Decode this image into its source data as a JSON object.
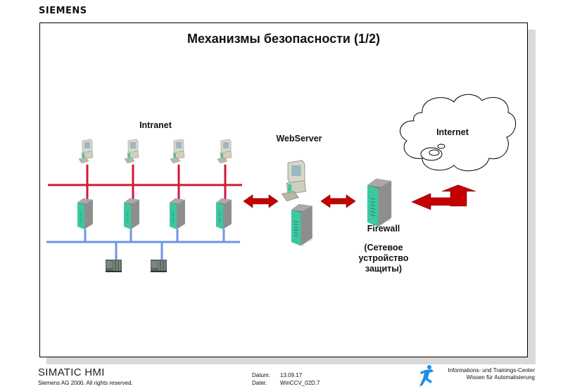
{
  "brand": {
    "logo_text": "SIEMENS"
  },
  "slide": {
    "title": "Механизмы безопасности (1/2)",
    "labels": {
      "intranet": "Intranet",
      "webserver": "WebServer",
      "internet": "Internet",
      "firewall": "Firewall",
      "firewall_desc": [
        "(Сетевое",
        "устройство",
        "защиты)"
      ]
    },
    "nodes": {
      "intranet_workstations": 4,
      "intranet_servers": 4,
      "plc_devices": 2
    },
    "colors": {
      "intranet_bus": "#d0183a",
      "plant_bus": "#6c96e6",
      "arrow": "#c40000",
      "server_front": "#3cc8a0",
      "server_body": "#8a8a8a"
    }
  },
  "footer": {
    "product": "SIMATIC HMI",
    "copyright": "Siemens AG 2000. All rights reserved.",
    "date_label": "Datum:",
    "date_value": "13.09.17",
    "file_label": "Datei:",
    "file_value": "WinCCV_02D.7",
    "center_line1": "Informations- und Trainings-Center",
    "center_line2": "Wissen für Automatisierung"
  }
}
